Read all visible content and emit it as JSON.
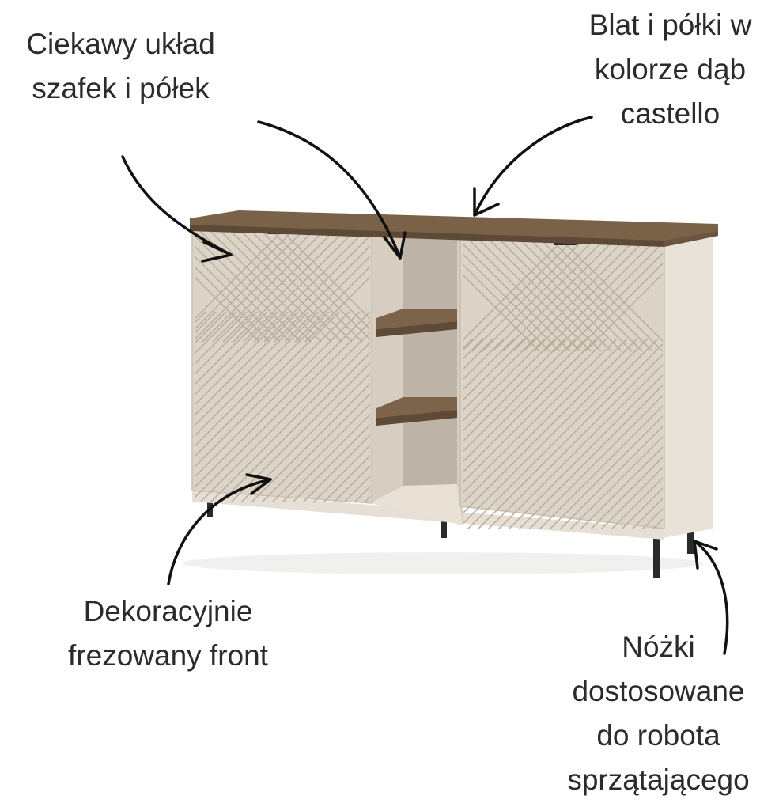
{
  "annotations": {
    "layout": {
      "lines": [
        "Ciekawy układ",
        "szafek i półek"
      ]
    },
    "top_shelves": {
      "lines": [
        "Blat i półki w",
        "kolorze dąb",
        "castello"
      ]
    },
    "front": {
      "lines": [
        "Dekoracyjnie",
        "frezowany front"
      ]
    },
    "legs": {
      "lines": [
        "Nóżki",
        "dostosowane",
        "do robota",
        "sprzątającego"
      ]
    }
  },
  "colors": {
    "background": "#ffffff",
    "text": "#2b2b2b",
    "body": "#e4dcd1",
    "front": "#ddd4c8",
    "oak": "#6e5a44",
    "legs": "#2a2a2a",
    "arrow": "#111111"
  }
}
